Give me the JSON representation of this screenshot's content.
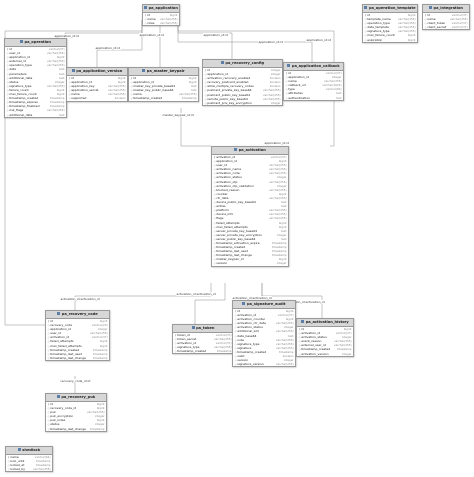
{
  "tables": {
    "pa_application": {
      "name": "pa_application",
      "columns": [
        [
          "id",
          "bigint"
        ],
        [
          "name",
          "varchar(255)"
        ],
        [
          "roles",
          "varchar(255)"
        ]
      ]
    },
    "pa_operation": {
      "name": "pa_operation",
      "columns": [
        [
          "id",
          "varchar(37)"
        ],
        [
          "user_id",
          "varchar(255)"
        ],
        [
          "application_id",
          "bigint"
        ],
        [
          "external_id",
          "varchar(255)"
        ],
        [
          "operation_type",
          "varchar(255)"
        ],
        [
          "data",
          "text"
        ],
        [
          "parameters",
          "text"
        ],
        [
          "additional_data",
          "text"
        ],
        [
          "status",
          "integer"
        ],
        [
          "signature_type",
          "varchar(255)"
        ],
        [
          "failure_count",
          "bigint"
        ],
        [
          "max_failure_count",
          "bigint"
        ],
        [
          "timestamp_created",
          "timestamp"
        ],
        [
          "timestamp_expires",
          "timestamp"
        ],
        [
          "timestamp_finalized",
          "timestamp"
        ],
        [
          "risk_flags",
          "varchar(255)"
        ],
        [
          "additional_data",
          "text"
        ]
      ]
    },
    "pa_application_version": {
      "name": "pa_application_version",
      "columns": [
        [
          "id",
          "bigint"
        ],
        [
          "application_id",
          "bigint"
        ],
        [
          "application_key",
          "varchar(255)"
        ],
        [
          "application_secret",
          "varchar(255)"
        ],
        [
          "name",
          "varchar(255)"
        ],
        [
          "supported",
          "boolean"
        ]
      ]
    },
    "pa_master_keypair": {
      "name": "pa_master_keypair",
      "columns": [
        [
          "id",
          "bigint"
        ],
        [
          "application_id",
          "bigint"
        ],
        [
          "master_key_private_base64",
          "text"
        ],
        [
          "master_key_public_base64",
          "text"
        ],
        [
          "name",
          "varchar(255)"
        ],
        [
          "timestamp_created",
          "timestamp"
        ]
      ]
    },
    "pa_recovery_config": {
      "name": "pa_recovery_config",
      "columns": [
        [
          "id",
          "integer"
        ],
        [
          "application_id",
          "integer"
        ],
        [
          "activation_recovery_enabled",
          "boolean"
        ],
        [
          "recovery_postcard_enabled",
          "boolean"
        ],
        [
          "allow_multiple_recovery_codes",
          "boolean"
        ],
        [
          "postcard_private_key_base64",
          "varchar(255)"
        ],
        [
          "postcard_public_key_base64",
          "varchar(255)"
        ],
        [
          "remote_public_key_base64",
          "varchar(255)"
        ],
        [
          "postcard_priv_key_encryption",
          "integer"
        ]
      ]
    },
    "pa_application_callback": {
      "name": "pa_application_callback",
      "columns": [
        [
          "id",
          "varchar(37)"
        ],
        [
          "application_id",
          "integer"
        ],
        [
          "name",
          "varchar(255)"
        ],
        [
          "callback_url",
          "varchar(1024)"
        ],
        [
          "type",
          "varchar(64)"
        ],
        [
          "attributes",
          "text"
        ],
        [
          "authentication",
          "text"
        ]
      ]
    },
    "pa_operation_template": {
      "name": "pa_operation_template",
      "columns": [
        [
          "id",
          "bigint"
        ],
        [
          "template_name",
          "varchar(255)"
        ],
        [
          "operation_type",
          "varchar(255)"
        ],
        [
          "data_template",
          "varchar(255)"
        ],
        [
          "signature_type",
          "varchar(255)"
        ],
        [
          "max_failure_count",
          "bigint"
        ],
        [
          "expiration",
          "bigint"
        ]
      ]
    },
    "pa_integration": {
      "name": "pa_integration",
      "columns": [
        [
          "id",
          "varchar(37)"
        ],
        [
          "name",
          "varchar(255)"
        ],
        [
          "client_token",
          "varchar(37)"
        ],
        [
          "client_secret",
          "varchar(37)"
        ]
      ]
    },
    "pa_activation": {
      "name": "pa_activation",
      "columns": [
        [
          "activation_id",
          "varchar(37)"
        ],
        [
          "application_id",
          "bigint"
        ],
        [
          "user_id",
          "varchar(255)"
        ],
        [
          "activation_name",
          "varchar(255)"
        ],
        [
          "activation_code",
          "varchar(255)"
        ],
        [
          "activation_status",
          "integer"
        ],
        [
          "activation_otp",
          "varchar(255)"
        ],
        [
          "activation_otp_validation",
          "integer"
        ],
        [
          "blocked_reason",
          "varchar(255)"
        ],
        [
          "counter",
          "bigint"
        ],
        [
          "ctr_data",
          "varchar(255)"
        ],
        [
          "device_public_key_base64",
          "text"
        ],
        [
          "extras",
          "text"
        ],
        [
          "platform",
          "varchar(255)"
        ],
        [
          "device_info",
          "varchar(255)"
        ],
        [
          "flags",
          "varchar(255)"
        ],
        [
          "failed_attempts",
          "bigint"
        ],
        [
          "max_failed_attempts",
          "bigint"
        ],
        [
          "server_private_key_base64",
          "text"
        ],
        [
          "server_private_key_encryption",
          "integer"
        ],
        [
          "server_public_key_base64",
          "text"
        ],
        [
          "timestamp_activation_expire",
          "timestamp"
        ],
        [
          "timestamp_created",
          "timestamp"
        ],
        [
          "timestamp_last_used",
          "timestamp"
        ],
        [
          "timestamp_last_change",
          "timestamp"
        ],
        [
          "master_keypair_id",
          "bigint"
        ],
        [
          "version",
          "integer"
        ]
      ]
    },
    "pa_recovery_code": {
      "name": "pa_recovery_code",
      "columns": [
        [
          "id",
          "bigint"
        ],
        [
          "recovery_code",
          "varchar(23)"
        ],
        [
          "application_id",
          "integer"
        ],
        [
          "user_id",
          "varchar(255)"
        ],
        [
          "activation_id",
          "varchar(37)"
        ],
        [
          "failed_attempts",
          "bigint"
        ],
        [
          "max_failed_attempts",
          "bigint"
        ],
        [
          "timestamp_created",
          "timestamp"
        ],
        [
          "timestamp_last_used",
          "timestamp"
        ],
        [
          "timestamp_last_change",
          "timestamp"
        ]
      ]
    },
    "pa_token": {
      "name": "pa_token",
      "columns": [
        [
          "token_id",
          "varchar(37)"
        ],
        [
          "token_secret",
          "varchar(255)"
        ],
        [
          "activation_id",
          "varchar(37)"
        ],
        [
          "signature_type",
          "varchar(255)"
        ],
        [
          "timestamp_created",
          "timestamp"
        ]
      ]
    },
    "pa_signature_audit": {
      "name": "pa_signature_audit",
      "columns": [
        [
          "id",
          "bigint"
        ],
        [
          "activation_id",
          "varchar(37)"
        ],
        [
          "activation_counter",
          "bigint"
        ],
        [
          "activation_ctr_data",
          "varchar(255)"
        ],
        [
          "activation_status",
          "integer"
        ],
        [
          "additional_info",
          "varchar(255)"
        ],
        [
          "data_base64",
          "text"
        ],
        [
          "note",
          "varchar(255)"
        ],
        [
          "signature_type",
          "varchar(255)"
        ],
        [
          "signature",
          "varchar(255)"
        ],
        [
          "timestamp_created",
          "timestamp"
        ],
        [
          "valid",
          "boolean"
        ],
        [
          "version",
          "integer"
        ],
        [
          "signature_version",
          "varchar(255)"
        ]
      ]
    },
    "pa_activation_history": {
      "name": "pa_activation_history",
      "columns": [
        [
          "id",
          "bigint"
        ],
        [
          "activation_id",
          "varchar(37)"
        ],
        [
          "activation_status",
          "integer"
        ],
        [
          "event_reason",
          "varchar(255)"
        ],
        [
          "external_user_id",
          "varchar(255)"
        ],
        [
          "timestamp_created",
          "timestamp"
        ],
        [
          "activation_version",
          "integer"
        ]
      ]
    },
    "pa_recovery_puk": {
      "name": "pa_recovery_puk",
      "columns": [
        [
          "id",
          "bigint"
        ],
        [
          "recovery_code_id",
          "bigint"
        ],
        [
          "puk",
          "varchar(255)"
        ],
        [
          "puk_encryption",
          "integer"
        ],
        [
          "puk_index",
          "bigint"
        ],
        [
          "status",
          "integer"
        ],
        [
          "timestamp_last_change",
          "timestamp"
        ]
      ]
    },
    "shedlock": {
      "name": "shedlock",
      "columns": [
        [
          "name",
          "varchar(64)"
        ],
        [
          "lock_until",
          "timestamp"
        ],
        [
          "locked_at",
          "timestamp"
        ],
        [
          "locked_by",
          "varchar(255)"
        ]
      ]
    }
  },
  "relationship_labels": {
    "app_id_1": "application_id:id",
    "app_id_2": "application_id:id",
    "app_id_3": "application_id:id",
    "app_id_4": "application_id:id",
    "app_id_5": "application_id:id",
    "app_id_6": "application_id:id",
    "app_id_7": "application_id:id",
    "master_kp": "master_keypair_id:id",
    "act_id_1": "activation_id:activation_id",
    "act_id_2": "activation_id:activation_id",
    "act_id_3": "activation_id:activation_id",
    "act_id_4": "activation_id:activation_id",
    "rec_code": "recovery_code_id:id"
  },
  "key_icon": "key-icon",
  "table_icon": "table-icon"
}
